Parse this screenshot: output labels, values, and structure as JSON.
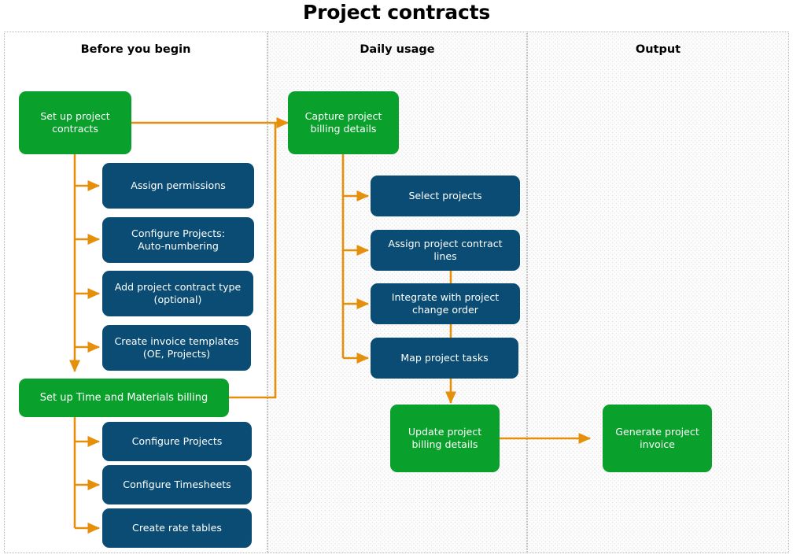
{
  "title": "Project contracts",
  "colors": {
    "green": "#0aa02c",
    "blue": "#0a4c73",
    "arrow": "#e58f0a",
    "lane_border": "#b9b9b9",
    "text_on_node": "#ffffff",
    "title_text": "#000000"
  },
  "lanes": [
    {
      "id": "before",
      "label": "Before you begin",
      "shaded": false
    },
    {
      "id": "daily",
      "label": "Daily usage",
      "shaded": true
    },
    {
      "id": "output",
      "label": "Output",
      "shaded": true
    }
  ],
  "nodes": {
    "set_up_project_contracts": "Set up project\ncontracts",
    "assign_permissions": "Assign permissions",
    "configure_projects_auto_numbering": "Configure Projects:\nAuto-numbering",
    "add_project_contract_type": "Add project contract type\n(optional)",
    "create_invoice_templates": "Create invoice templates\n(OE, Projects)",
    "set_up_time_and_materials_billing": "Set up Time and Materials billing",
    "configure_projects": "Configure Projects",
    "configure_timesheets": "Configure Timesheets",
    "create_rate_tables": "Create rate tables",
    "capture_project_billing_details": "Capture project\nbilling details",
    "select_projects": "Select projects",
    "assign_project_contract_lines": "Assign project contract\nlines",
    "integrate_with_project_change_order": "Integrate with project\nchange order",
    "map_project_tasks": "Map project tasks",
    "update_project_billing_details": "Update project\nbilling details",
    "generate_project_invoice": "Generate project\ninvoice"
  },
  "flow": {
    "type": "flowchart",
    "lanes": [
      "Before you begin",
      "Daily usage",
      "Output"
    ],
    "edges": [
      {
        "from": "Set up project contracts",
        "to": "Assign permissions"
      },
      {
        "from": "Set up project contracts",
        "to": "Configure Projects: Auto-numbering"
      },
      {
        "from": "Set up project contracts",
        "to": "Add project contract type (optional)"
      },
      {
        "from": "Set up project contracts",
        "to": "Create invoice templates (OE, Projects)"
      },
      {
        "from": "Set up project contracts",
        "to": "Set up Time and Materials billing"
      },
      {
        "from": "Set up project contracts",
        "to": "Capture project billing details"
      },
      {
        "from": "Set up Time and Materials billing",
        "to": "Configure Projects"
      },
      {
        "from": "Set up Time and Materials billing",
        "to": "Configure Timesheets"
      },
      {
        "from": "Set up Time and Materials billing",
        "to": "Create rate tables"
      },
      {
        "from": "Set up Time and Materials billing",
        "to": "Capture project billing details"
      },
      {
        "from": "Capture project billing details",
        "to": "Select projects"
      },
      {
        "from": "Capture project billing details",
        "to": "Assign project contract lines"
      },
      {
        "from": "Capture project billing details",
        "to": "Integrate with project change order"
      },
      {
        "from": "Capture project billing details",
        "to": "Map project tasks"
      },
      {
        "from": "Assign project contract lines",
        "to": "Integrate with project change order"
      },
      {
        "from": "Integrate with project change order",
        "to": "Map project tasks"
      },
      {
        "from": "Map project tasks",
        "to": "Update project billing details"
      },
      {
        "from": "Update project billing details",
        "to": "Generate project invoice"
      }
    ]
  }
}
